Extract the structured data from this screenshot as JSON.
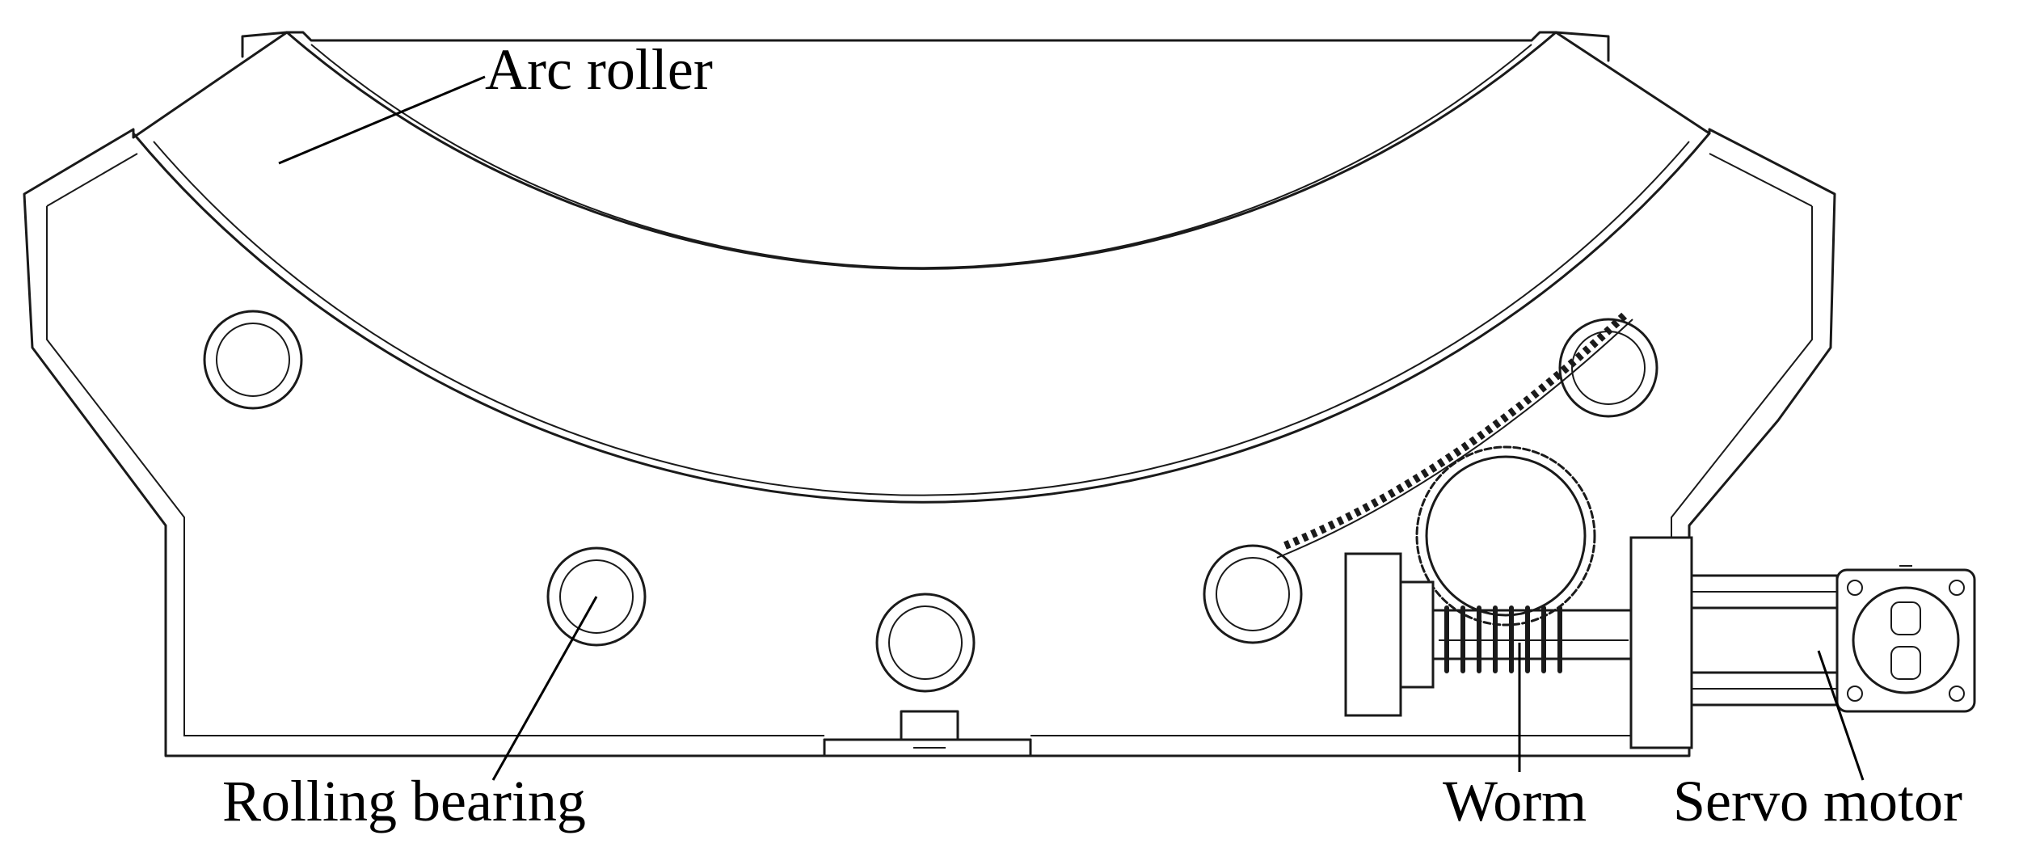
{
  "labels": {
    "arc_roller": "Arc roller",
    "rolling_bearing": "Rolling bearing",
    "worm": "Worm",
    "servo_motor": "Servo motor"
  }
}
